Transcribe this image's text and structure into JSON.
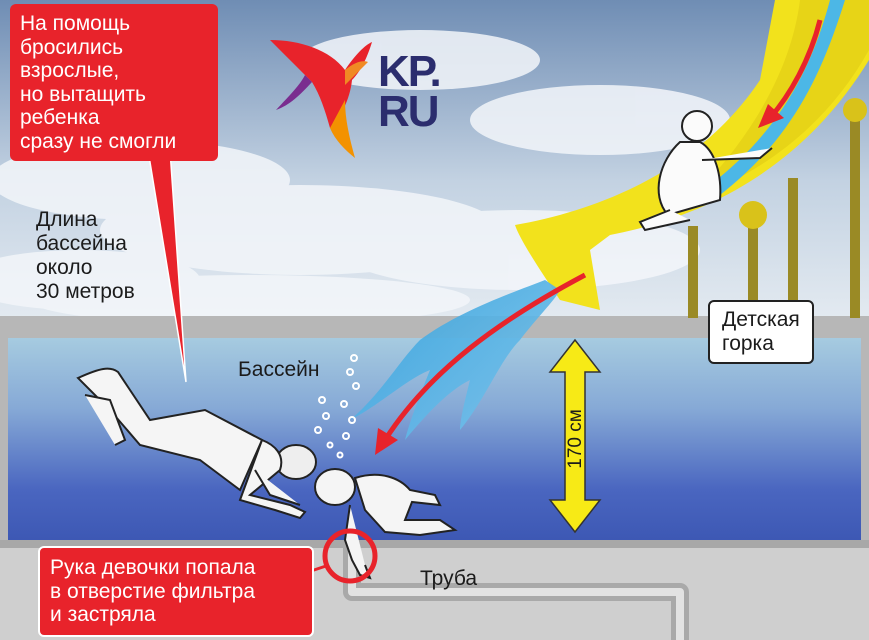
{
  "logo": {
    "line1": "KP.",
    "line2": "RU",
    "color": "#2b2d6e"
  },
  "labels": {
    "callout_top": "На помощь\nбросились\nвзрослые,\nно вытащить\nребенка\nсразу не смогли",
    "pool_length": "Длина\nбассейна\nоколо\n30 метров",
    "pool": "Бассейн",
    "slide": "Детская\nгорка",
    "depth": "170 см",
    "callout_bottom": "Рука девочки попала\nв отверстие фильтра\nи застряла",
    "pipe": "Труба"
  },
  "colors": {
    "callout": "#e8232b",
    "slide": "#f2e21c",
    "water_deep": "#4a66c0",
    "water_light": "#9cc3da",
    "pool_edge": "#b7b7b7",
    "depth_arrow": "#f7ea16",
    "arrow": "#e8232b"
  },
  "icons": [
    "bird-logo-icon",
    "child-on-slide-icon",
    "adult-swimmer-icon",
    "child-underwater-icon",
    "bubbles-icon",
    "filter-highlight-circle-icon"
  ]
}
